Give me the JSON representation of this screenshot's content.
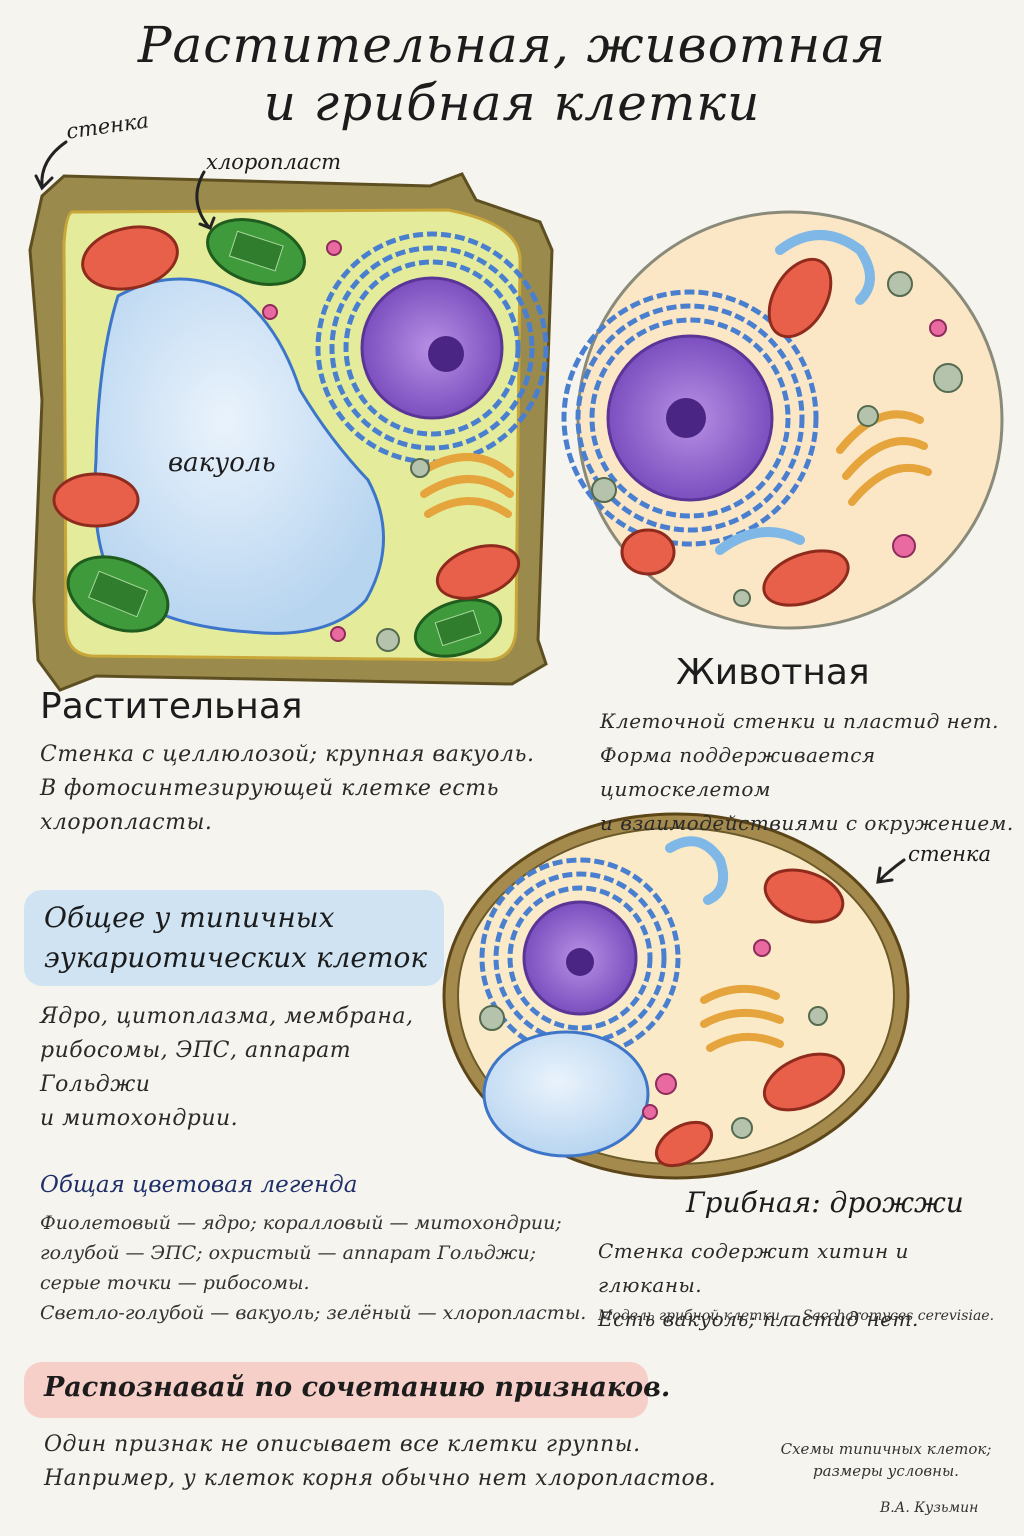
{
  "title": {
    "line1": "Растительная, животная",
    "line2": "и грибная клетки"
  },
  "labels": {
    "plant_wall": "стенка",
    "chloroplast": "хлоропласт",
    "vacuole": "вакуоль",
    "fungal_wall": "стенка"
  },
  "plant": {
    "heading": "Растительная",
    "lines": [
      "Стенка с целлюлозой; крупная вакуоль.",
      "В фотосинтезирующей клетке есть",
      "хлоропласты."
    ]
  },
  "animal": {
    "heading": "Животная",
    "lines": [
      "Клеточной стенки и пластид нет.",
      "Форма поддерживается цитоскелетом",
      "и взаимодействиями с окружением."
    ]
  },
  "common": {
    "heading_line1": "Общее у типичных",
    "heading_line2": "эукариотических клеток",
    "lines": [
      "Ядро, цитоплазма, мембрана,",
      "рибосомы, ЭПС, аппарат Гольджи",
      "и митохондрии."
    ]
  },
  "legend": {
    "heading": "Общая цветовая легенда",
    "lines": [
      "Фиолетовый — ядро; коралловый — митохондрии;",
      "голубой — ЭПС; охристый — аппарат Гольджи;",
      "серые точки — рибосомы.",
      "Светло-голубой — вакуоль; зелёный — хлоропласты."
    ]
  },
  "fungus": {
    "heading": "Грибная: дрожжи",
    "lines": [
      "Стенка содержит хитин и глюканы.",
      "Есть вакуоль; пластид нет."
    ],
    "model_note": "Модель грибной клетки — Saccharomyces cerevisiae."
  },
  "recognize": {
    "heading": "Распознавай по сочетанию признаков.",
    "lines": [
      "Один признак не описывает все клетки группы.",
      "Например, у клеток корня обычно нет хлоропластов."
    ]
  },
  "footnote": {
    "line1": "Схемы типичных клеток;",
    "line2": "размеры условны."
  },
  "signature": "В.А. Кузьмин",
  "colors": {
    "nucleus": "#8e63c9",
    "mitochondria": "#e8604a",
    "er": "#4a7fcf",
    "golgi": "#e6a43c",
    "vacuole": "#cfe4f7",
    "chloroplast": "#3f9a3c",
    "plant_wall": "#8a7a3e",
    "plant_cytoplasm": "#e6eea0",
    "animal_cytoplasm": "#fbe7c6",
    "fungal_wall": "#a58a4e"
  }
}
